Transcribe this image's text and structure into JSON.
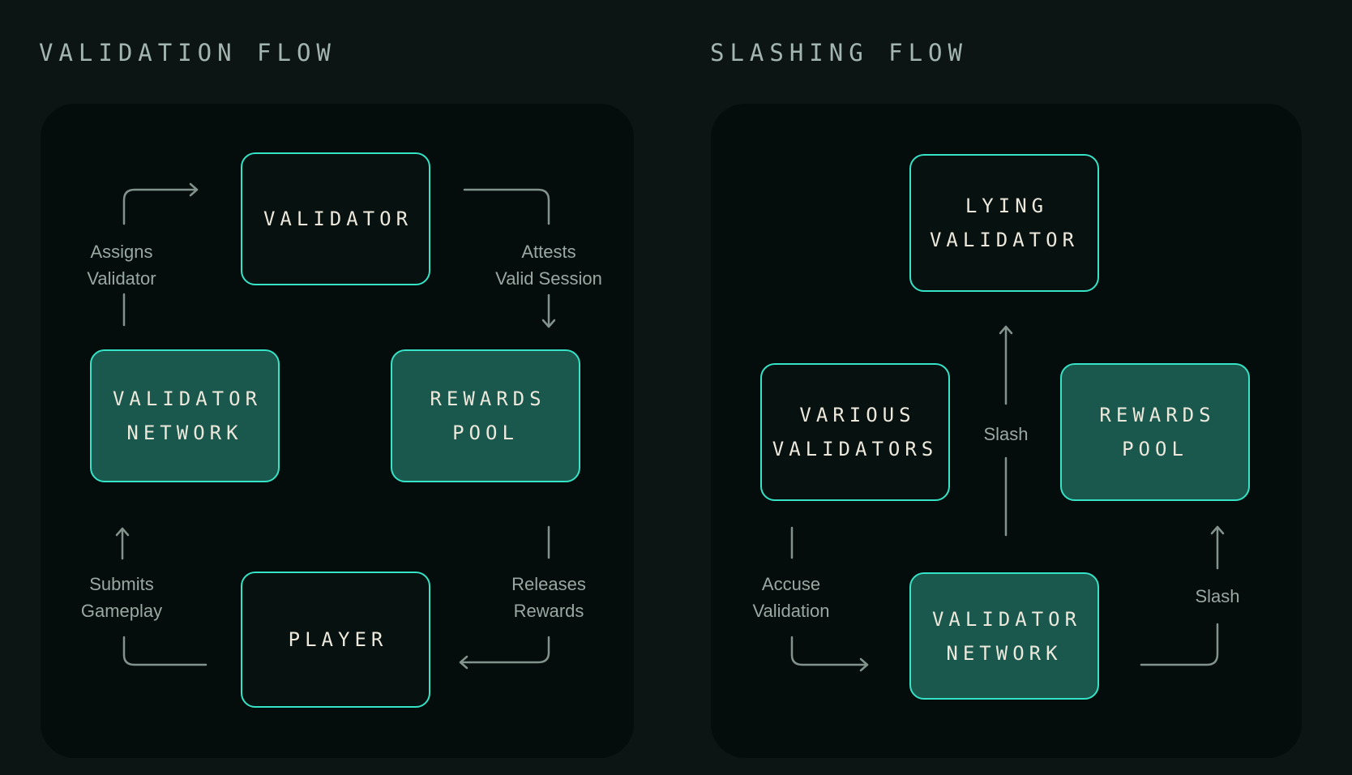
{
  "colors": {
    "page_bg": "#0d1514",
    "panel_bg": "#050d0c",
    "accent": "#35e3c6",
    "box_fill": "#1a574d",
    "line": "#82928c",
    "edge_label": "#9aa8a3",
    "title": "#a3b5b0",
    "box_text": "#ece8dc"
  },
  "validation_flow": {
    "title": "VALIDATION FLOW",
    "boxes": {
      "validator": "VALIDATOR",
      "validator_network": "VALIDATOR\nNETWORK",
      "rewards_pool": "REWARDS\nPOOL",
      "player": "PLAYER"
    },
    "edges": {
      "assigns": "Assigns\nValidator",
      "attests": "Attests\nValid Session",
      "submits": "Submits\nGameplay",
      "releases": "Releases\nRewards"
    }
  },
  "slashing_flow": {
    "title": "SLASHING FLOW",
    "boxes": {
      "lying_validator": "LYING\nVALIDATOR",
      "various_validators": "VARIOUS\nVALIDATORS",
      "rewards_pool": "REWARDS\nPOOL",
      "validator_network": "VALIDATOR\nNETWORK"
    },
    "edges": {
      "slash_center": "Slash",
      "accuse": "Accuse\nValidation",
      "slash_right": "Slash"
    }
  }
}
